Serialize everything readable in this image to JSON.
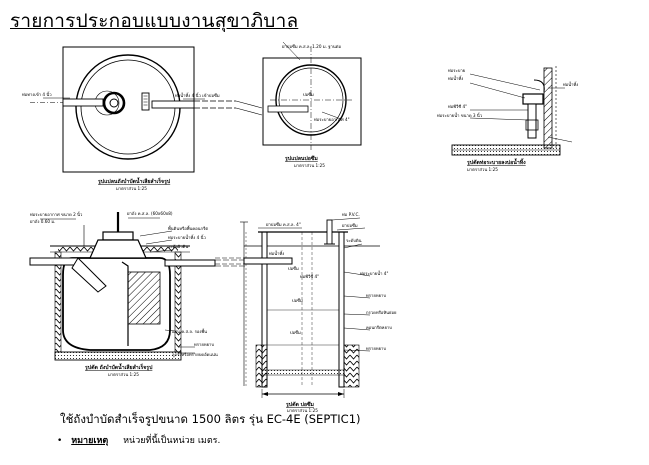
{
  "sheet": {
    "title": "รายการประกอบแบบงานสุขาภิบาล",
    "spec": "ใช้ถังบำบัดสำเร็จรูปขนาด  1500 ลิตร รุ่น EC-4E (SEPTIC1)",
    "note_bullet": "•",
    "note_key": "หมายเหตุ",
    "note_text": "หน่วยที่นี้เป็นหน่วย เมตร."
  },
  "plan_tank": {
    "label_inlet": "ท่อทางเข้า 4 นิ้ว",
    "label_outlet": "ท่อน้ำทิ้ง 4 นิ้ว เข้าบ่อซึม",
    "caption": "รูปแปลนถังบำบัดน้ำเสียสำเร็จรูป",
    "scale": "มาตราส่วน  1:25"
  },
  "plan_pit": {
    "label_top": "ฝาบ่อซึม ค.ส.ล. 1.20 ม. ฐานต่อ",
    "label_center": "บ่อซึม",
    "label_side": "ท่อระบายอากาศ 4\"",
    "caption": "รูปแปลนบ่อซึม",
    "scale": "มาตราส่วน  1:25"
  },
  "detail": {
    "label_a": "ท่อระบาย",
    "label_b": "ท่อน้ำทิ้ง",
    "label_c": "ท่อพีวีซี 4\"",
    "label_d": "ท่อระบายน้ำ ขนาด 3 นิ้ว",
    "label_e": "ท่อน้ำทิ้ง",
    "caption": "รูปตัดท่อระบายลงบ่อน้ำทิ้ง",
    "scale": "มาตราส่วน  1:25"
  },
  "section_tank": {
    "label_top1": "ท่อระบายอากาศ ขนาด 2 นิ้ว",
    "label_top2": "ฝาถัง 0.60 ม.",
    "label_r1": "ฝาถัง ค.ส.ล. (60x60x8)",
    "label_r2": "พื้นดินหรือพื้นคอนกรีต",
    "label_r3": "ท่อระบายน้ำทิ้ง 4 นิ้ว",
    "label_r4": "ระดับผิวดิน",
    "label_r5": "แผ่น ค.ส.ล. รองพื้น",
    "label_r6": "ทรายหยาบ",
    "label_r7": "ลูกรังหรือทรายบดอัดแน่น",
    "caption": "รูปตัด ถังบำบัดน้ำเสียสำเร็จรูป",
    "scale": "มาตราส่วน  1:25"
  },
  "section_pit": {
    "label_top": "ฝาบ่อซึม ค.ส.ล. 4\"",
    "label_pvc": "ท่อพีวีซี 4\"",
    "label_in": "ท่อน้ำทิ้ง",
    "label_r1": "ท่อ P.V.C.",
    "label_r2": "ฝาบ่อซึม",
    "label_r3": "ระดับดิน",
    "label_m1": "บ่อซึม",
    "label_m2": "บ่อซึม",
    "label_m3": "บ่อซึม",
    "label_r4": "ท่อระบายน้ำ 4\"",
    "label_r5": "ทรายหยาบ",
    "label_r6": "กรวดหรือหินย่อย",
    "label_r7": "คอนกรีตหยาบ",
    "label_r8": "ทรายหยาบ",
    "caption": "รูปตัด บ่อซึม",
    "scale": "มาตราส่วน  1:25"
  }
}
